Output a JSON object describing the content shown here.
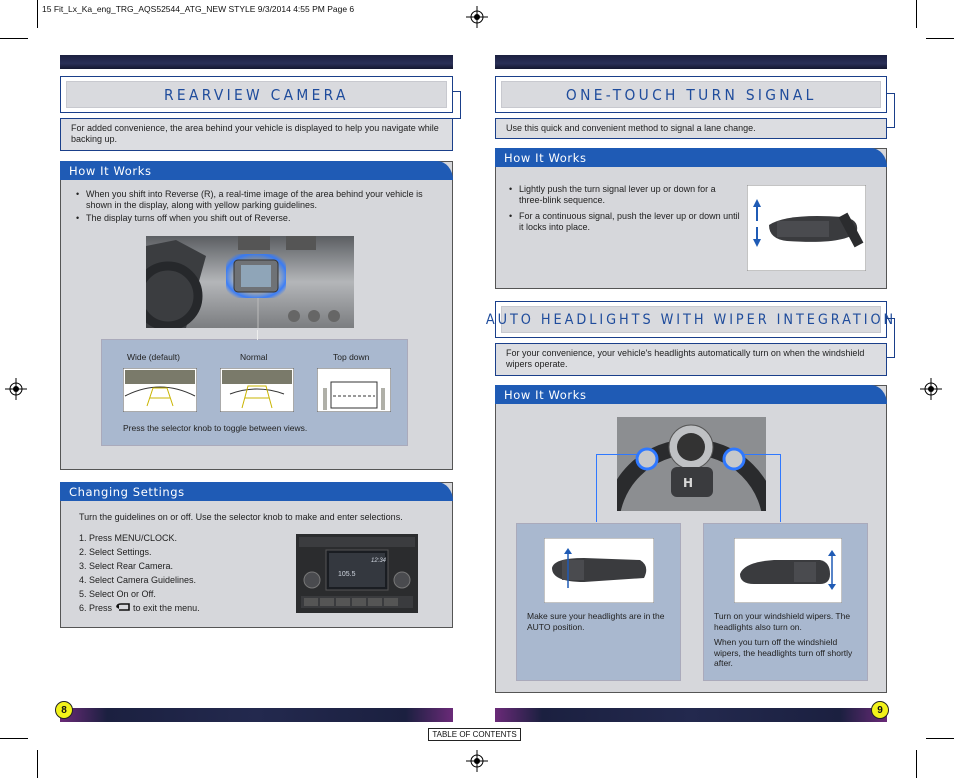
{
  "slug": "15 Fit_Lx_Ka_eng_TRG_AQS52544_ATG_NEW STYLE  9/3/2014  4:55 PM  Page 6",
  "left_page": {
    "title": "REARVIEW CAMERA",
    "intro": "For added convenience, the area behind your vehicle is displayed to help you navigate while backing up.",
    "how_it_works": {
      "heading": "How It Works",
      "bullets": [
        "When you shift into Reverse (R), a real-time image of the area behind your vehicle is shown in the display, along with yellow parking guidelines.",
        "The display turns off when you shift out of Reverse."
      ],
      "views": [
        "Wide (default)",
        "Normal",
        "Top down"
      ],
      "caption": "Press the selector knob to toggle between views."
    },
    "changing_settings": {
      "heading": "Changing Settings",
      "intro": "Turn the guidelines on or off.  Use the selector knob to make and enter selections.",
      "steps": [
        "1.  Press MENU/CLOCK.",
        "2.  Select Settings.",
        "3.  Select Rear Camera.",
        "4.  Select Camera Guidelines.",
        "5.  Select On or Off.",
        "6.  Press",
        "to exit the menu."
      ],
      "radio_freq": "105.5",
      "radio_time": "12:34"
    },
    "page_number": "8"
  },
  "right_page": {
    "turn_signal": {
      "title": "ONE-TOUCH TURN SIGNAL",
      "intro": "Use this quick and convenient method to signal a lane change.",
      "heading": "How It Works",
      "bullets": [
        "Lightly push the turn signal lever up or down for a three-blink sequence.",
        "For a continuous signal, push the lever up or down until it locks into place."
      ]
    },
    "headlights": {
      "title": "AUTO HEADLIGHTS WITH WIPER INTEGRATION",
      "intro": "For your convenience, your vehicle's headlights automatically turn on when the windshield wipers operate.",
      "heading": "How It Works",
      "left_caption": "Make sure your headlights are in the AUTO position.",
      "right_caption_1": "Turn on your windshield wipers. The headlights also turn on.",
      "right_caption_2": "When you turn off the windshield wipers, the headlights turn off shortly after."
    },
    "page_number": "9"
  },
  "toc": "TABLE OF CONTENTS",
  "colors": {
    "accent": "#1f5bb5",
    "title_text": "#1f4c9c",
    "panel": "#d6d7db",
    "sub_panel": "#a9b8cf",
    "page_badge": "#f2f21a"
  }
}
